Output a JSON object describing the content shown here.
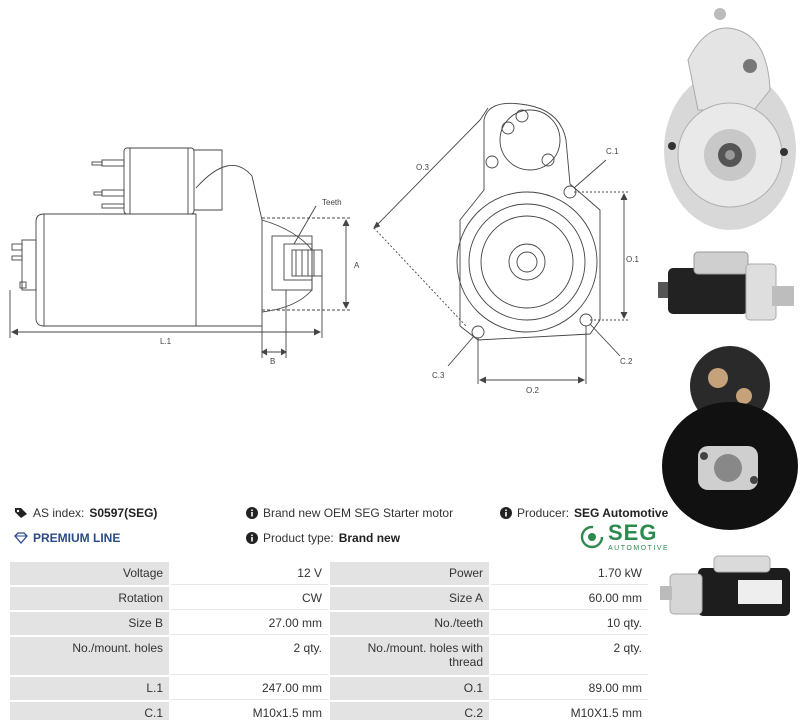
{
  "drawing": {
    "labels": {
      "teeth": "Teeth",
      "a": "A",
      "l1": "L.1",
      "b": "B",
      "o3": "O.3",
      "c1": "C.1",
      "o1": "O.1",
      "c2": "C.2",
      "c3": "C.3",
      "o2": "O.2"
    }
  },
  "info": {
    "as_index_label": "AS index:",
    "as_index_value": "S0597(SEG)",
    "premium_line": "PREMIUM LINE",
    "brand_text": "Brand new OEM SEG Starter motor",
    "product_type_label": "Product type:",
    "product_type_value": "Brand new",
    "producer_label": "Producer:",
    "producer_value": "SEG Automotive",
    "logo_big": "SEG",
    "logo_small": "AUTOMOTIVE"
  },
  "specs": {
    "rows": [
      {
        "l1": "Voltage",
        "v1": "12 V",
        "l2": "Power",
        "v2": "1.70 kW"
      },
      {
        "l1": "Rotation",
        "v1": "CW",
        "l2": "Size A",
        "v2": "60.00 mm"
      },
      {
        "l1": "Size B",
        "v1": "27.00 mm",
        "l2": "No./teeth",
        "v2": "10 qty."
      },
      {
        "l1": "No./mount. holes",
        "v1": "2 qty.",
        "l2": "No./mount. holes with thread",
        "v2": "2 qty."
      },
      {
        "l1": "L.1",
        "v1": "247.00 mm",
        "l2": "O.1",
        "v2": "89.00 mm"
      },
      {
        "l1": "C.1",
        "v1": "M10x1.5 mm",
        "l2": "C.2",
        "v2": "M10X1.5 mm"
      }
    ]
  },
  "colors": {
    "premium": "#2b4a8a",
    "seg_green": "#2d8a4e",
    "label_bg": "#e3e3e3"
  },
  "icons": [
    "tag-icon",
    "diamond-icon",
    "info-icon",
    "seg-logo"
  ]
}
